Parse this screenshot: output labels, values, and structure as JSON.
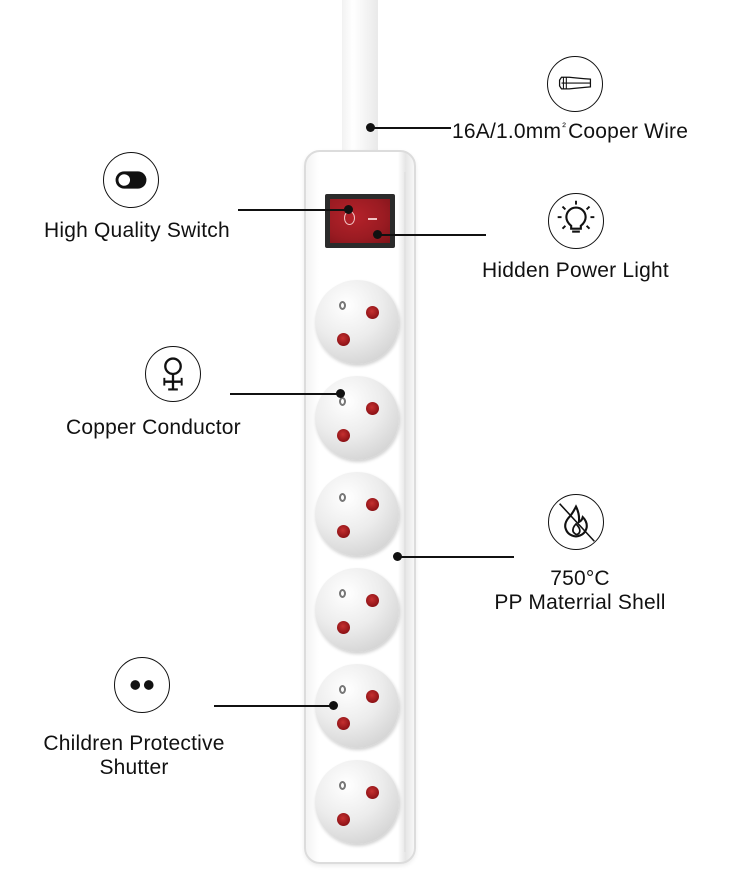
{
  "product": {
    "name": "Power strip with switch and 6 sockets",
    "socket_count": 6,
    "switch_marks": {
      "off": "O",
      "on": "—"
    },
    "colors": {
      "switch_red": "#9a1b22",
      "socket_hole_red": "#8e1216",
      "body_white": "#ffffff",
      "line_black": "#111111"
    }
  },
  "callouts": {
    "wire": {
      "label": "16A/1.0mm²Cooper Wire",
      "icon": "wire-cable-icon"
    },
    "switch": {
      "label": "High Quality Switch",
      "icon": "toggle-switch-icon"
    },
    "light": {
      "label": "Hidden Power Light",
      "icon": "light-bulb-icon"
    },
    "conductor": {
      "label": "Copper Conductor",
      "icon": "copper-symbol-icon"
    },
    "shell": {
      "label_line1": "750°C",
      "label_line2": "PP Materrial Shell",
      "icon": "no-fire-icon"
    },
    "shutter": {
      "label_line1": "Children Protective",
      "label_line2": "Shutter",
      "icon": "shutter-holes-icon"
    }
  }
}
